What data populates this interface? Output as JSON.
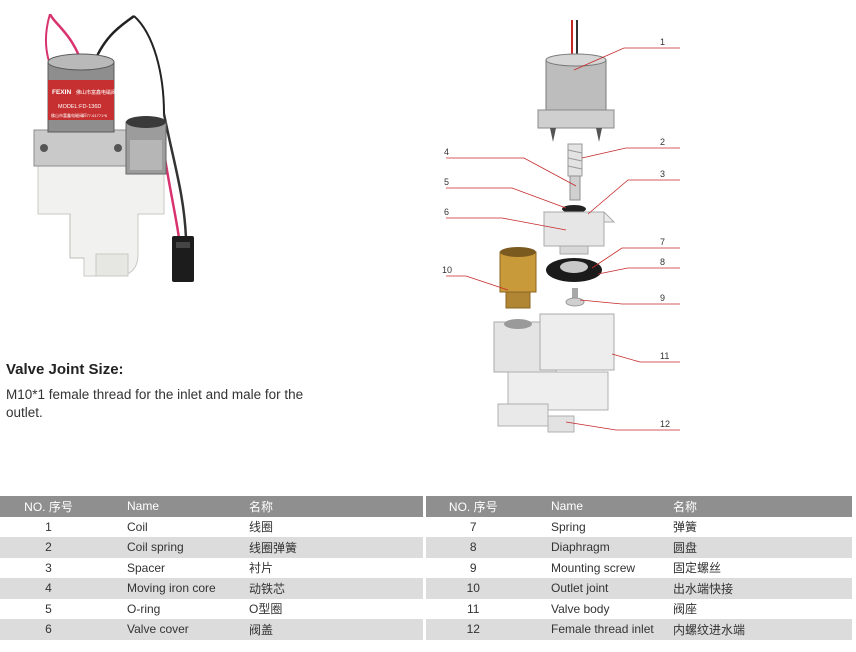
{
  "photo": {
    "brand": "FEXIN",
    "brand_cn": "佛山市富鑫电磁阀厂",
    "model": "MODEL:FD-136D",
    "maker_cn": "佛山市富鑫电磁阀厂",
    "phone": "0577-61771*6"
  },
  "callouts": [
    "1",
    "2",
    "3",
    "4",
    "5",
    "6",
    "7",
    "8",
    "9",
    "10",
    "11",
    "12"
  ],
  "joint": {
    "title": "Valve Joint Size:",
    "text": "M10*1 female thread for the inlet and male for the outlet."
  },
  "table": {
    "headers": [
      "NO. 序号",
      "Name",
      "名称",
      "NO. 序号",
      "Name",
      "名称"
    ],
    "rows": [
      {
        "no1": "1",
        "name1": "Coil",
        "cn1": "线圈",
        "no2": "7",
        "name2": "Spring",
        "cn2": "弹簧"
      },
      {
        "no1": "2",
        "name1": "Coil spring",
        "cn1": "线圈弹簧",
        "no2": "8",
        "name2": "Diaphragm",
        "cn2": "圆盘"
      },
      {
        "no1": "3",
        "name1": "Spacer",
        "cn1": "衬片",
        "no2": "9",
        "name2": "Mounting screw",
        "cn2": "固定螺丝"
      },
      {
        "no1": "4",
        "name1": "Moving iron core",
        "cn1": "动铁芯",
        "no2": "10",
        "name2": "Outlet joint",
        "cn2": "出水端快接"
      },
      {
        "no1": "5",
        "name1": "O-ring",
        "cn1": "O型圈",
        "no2": "11",
        "name2": "Valve body",
        "cn2": "阀座"
      },
      {
        "no1": "6",
        "name1": "Valve cover",
        "cn1": "阀盖",
        "no2": "12",
        "name2": "Female thread inlet",
        "cn2": "内螺纹进水端"
      }
    ]
  }
}
